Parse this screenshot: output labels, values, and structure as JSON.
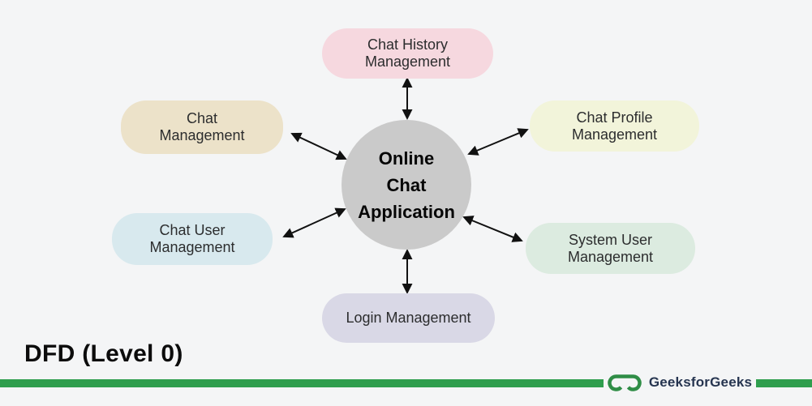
{
  "canvas": {
    "background": "#f4f5f6"
  },
  "diagram": {
    "arrow_color": "#111111",
    "center": {
      "lines": [
        "Online",
        "Chat",
        "Application"
      ],
      "color": "#cacaca"
    },
    "nodes": [
      {
        "name": "chat-history-management",
        "lines": [
          "Chat History",
          "Management"
        ],
        "color": "#f6d8df"
      },
      {
        "name": "chat-management",
        "lines": [
          "Chat",
          "Management"
        ],
        "color": "#ece2c9"
      },
      {
        "name": "chat-profile-management",
        "lines": [
          "Chat Profile",
          "Management"
        ],
        "color": "#f2f4da"
      },
      {
        "name": "system-user-management",
        "lines": [
          "System User",
          "Management"
        ],
        "color": "#dcebe0"
      },
      {
        "name": "chat-user-management",
        "lines": [
          "Chat User",
          "Management"
        ],
        "color": "#d8e9ee"
      },
      {
        "name": "login-management",
        "lines": [
          "Login Management"
        ],
        "color": "#d9d8e6"
      }
    ]
  },
  "footer": {
    "title": "DFD (Level 0)",
    "bar_color": "#2f9e4e",
    "logo": {
      "text": "GeeksforGeeks",
      "icon_color": "#2f8d46",
      "text_color": "#263550"
    }
  }
}
